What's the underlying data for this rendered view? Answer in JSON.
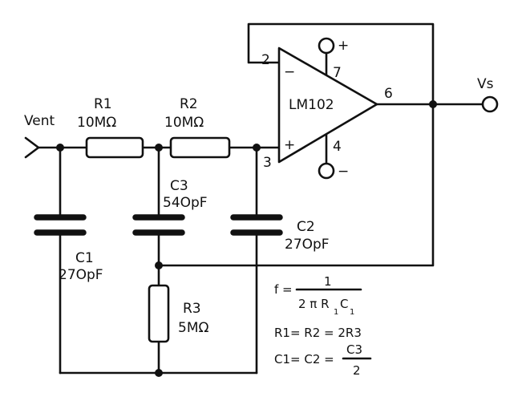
{
  "labels": {
    "vin": "Vent",
    "vout": "Vs",
    "opamp": "LM102",
    "pin2": "2",
    "pin3": "3",
    "pin4": "4",
    "pin6": "6",
    "pin7": "7",
    "minus_input": "−",
    "plus_input": "+",
    "supply_plus": "+",
    "supply_minus": "−"
  },
  "components": {
    "r1": {
      "name": "R1",
      "value": "10MΩ"
    },
    "r2": {
      "name": "R2",
      "value": "10MΩ"
    },
    "r3": {
      "name": "R3",
      "value": "5MΩ"
    },
    "c1": {
      "name": "C1",
      "value": "27OpF"
    },
    "c2": {
      "name": "C2",
      "value": "27OpF"
    },
    "c3": {
      "name": "C3",
      "value": "54OpF"
    }
  },
  "formulas": {
    "f_lhs": "f =",
    "f_num": "1",
    "f_den": "2 π R",
    "f_den_sub1": "1",
    "f_den_c": "C",
    "f_den_sub2": "1",
    "eq1": "R1= R2 = 2R3",
    "eq2_lhs": "C1= C2 =",
    "eq2_num": "C3",
    "eq2_den": "2"
  }
}
